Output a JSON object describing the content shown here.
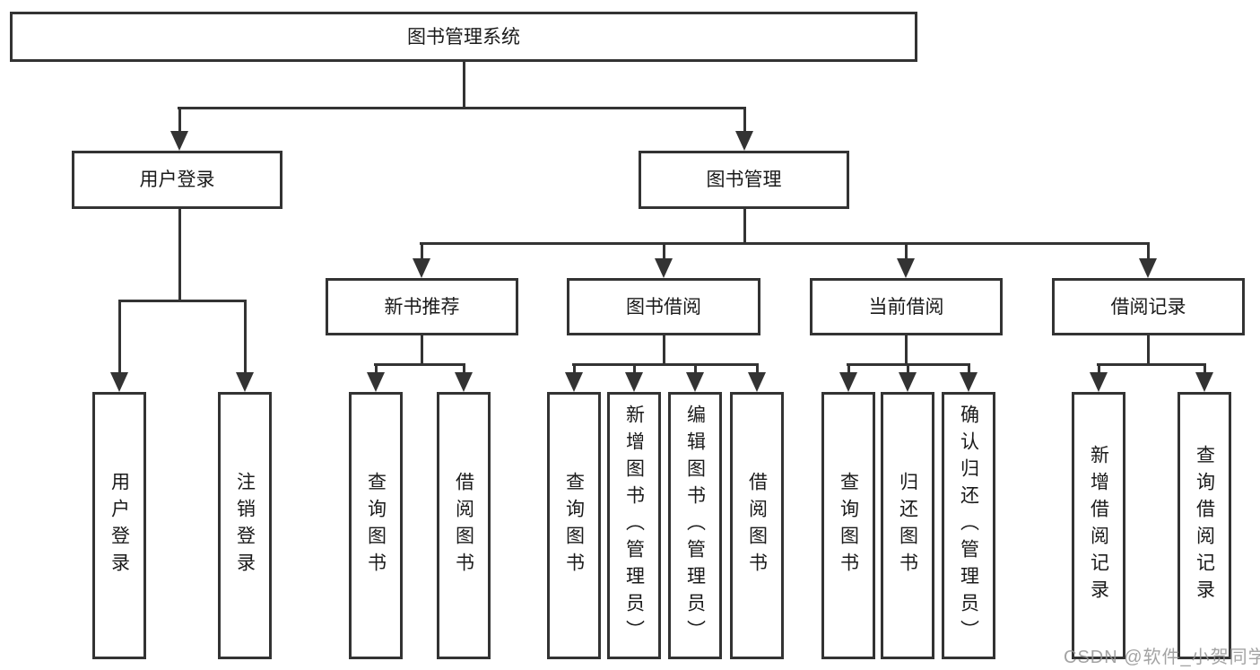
{
  "diagram": {
    "root": {
      "label": "图书管理系统"
    },
    "level2": [
      {
        "label": "用户登录"
      },
      {
        "label": "图书管理"
      }
    ],
    "level3": [
      {
        "label": "新书推荐"
      },
      {
        "label": "图书借阅"
      },
      {
        "label": "当前借阅"
      },
      {
        "label": "借阅记录"
      }
    ],
    "leaves": {
      "user_login": [
        "用户登录",
        "注销登录"
      ],
      "new_book_recommend": [
        "查询图书",
        "借阅图书"
      ],
      "book_borrow": [
        "查询图书",
        "新增图书（管理员）",
        "编辑图书（管理员）",
        "借阅图书"
      ],
      "current_borrow": [
        "查询图书",
        "归还图书",
        "确认归还（管理员）"
      ],
      "borrow_record": [
        "新增借阅记录",
        "查询借阅记录"
      ]
    },
    "watermark": "CSDN @软件_小贺同学",
    "colors": {
      "line": "#333333",
      "text": "#1a1a1a",
      "background": "#ffffff",
      "watermark": "#949494"
    }
  }
}
